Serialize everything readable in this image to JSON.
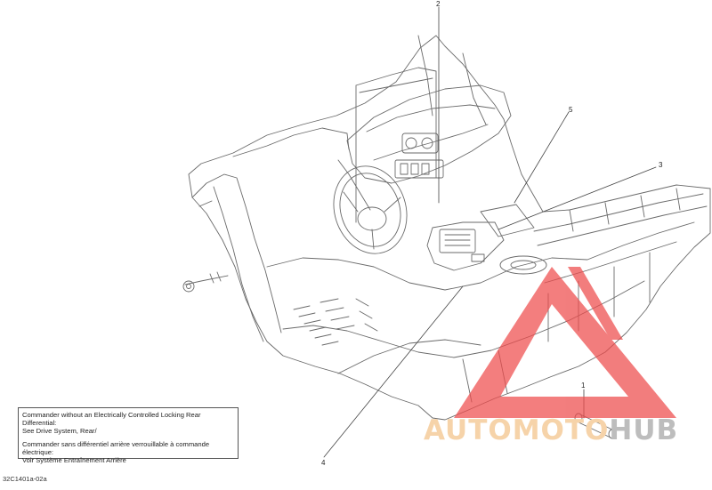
{
  "callouts": {
    "c1": "1",
    "c2": "2",
    "c3": "3",
    "c4": "4",
    "c5": "5"
  },
  "note": {
    "en_line1": "Commander without an Electrically Controlled Locking Rear Differential:",
    "en_line2": "See Drive System, Rear/",
    "fr_line1": "Commander sans différentiel arrière verrouillable à commande électrique:",
    "fr_line2": "Voir Système Entraînement Arrière"
  },
  "figure_id": "32C1401a-02a",
  "watermark": {
    "part1": "AUTOMOTO",
    "part2": "HUB",
    "color_triangle": "#ee4c4c",
    "color_part1": "#f6d3a9",
    "color_part2": "#bdbdbd"
  }
}
